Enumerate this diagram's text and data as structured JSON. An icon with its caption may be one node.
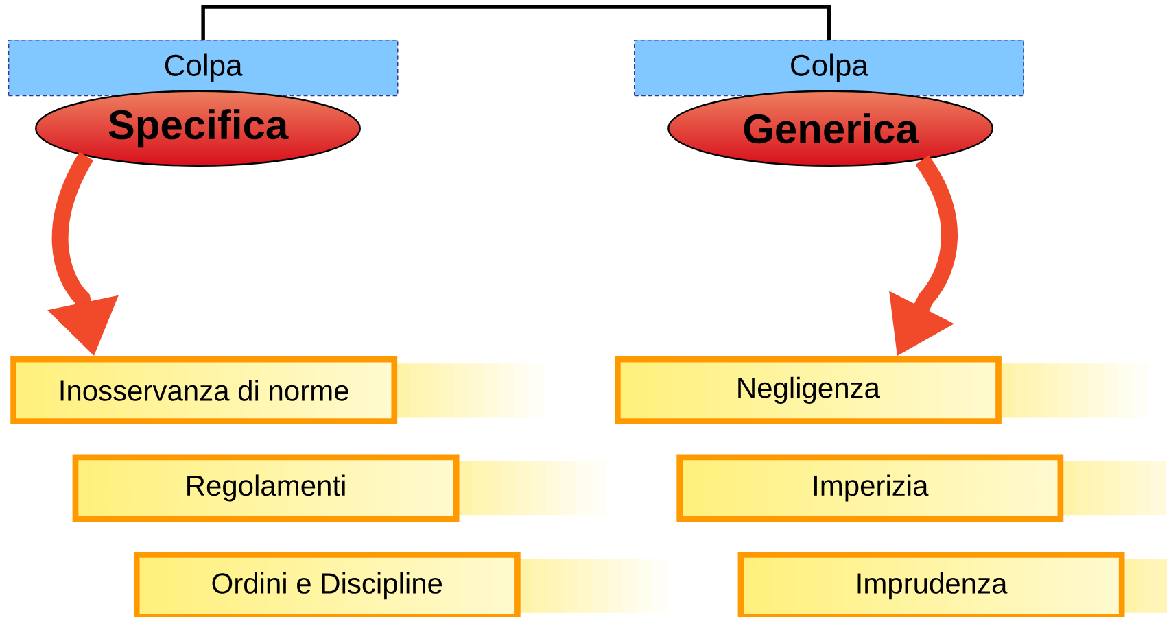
{
  "diagram": {
    "nodes": [
      {
        "text": [
          "Colpa"
        ]
      },
      {
        "text": [
          "Specifica"
        ]
      },
      {
        "text": [
          "Colpa"
        ]
      },
      {
        "text": [
          "Generica"
        ]
      },
      {
        "text": [
          "Inosservanza di norme"
        ]
      },
      {
        "text": [
          "Regolamenti"
        ]
      },
      {
        "text": [
          "Ordini e Discipline"
        ]
      },
      {
        "text": [
          "Negligenza"
        ]
      },
      {
        "text": [
          "Imperizia"
        ]
      },
      {
        "text": [
          "Imprudenza"
        ]
      }
    ],
    "edges": [
      {
        "from": 0,
        "to": 2,
        "arrow": "none",
        "color": "#000000"
      },
      {
        "from": 1,
        "to": 4,
        "arrow": "to",
        "color": "#f04a2a"
      },
      {
        "from": 3,
        "to": 7,
        "arrow": "to",
        "color": "#f04a2a"
      }
    ]
  }
}
